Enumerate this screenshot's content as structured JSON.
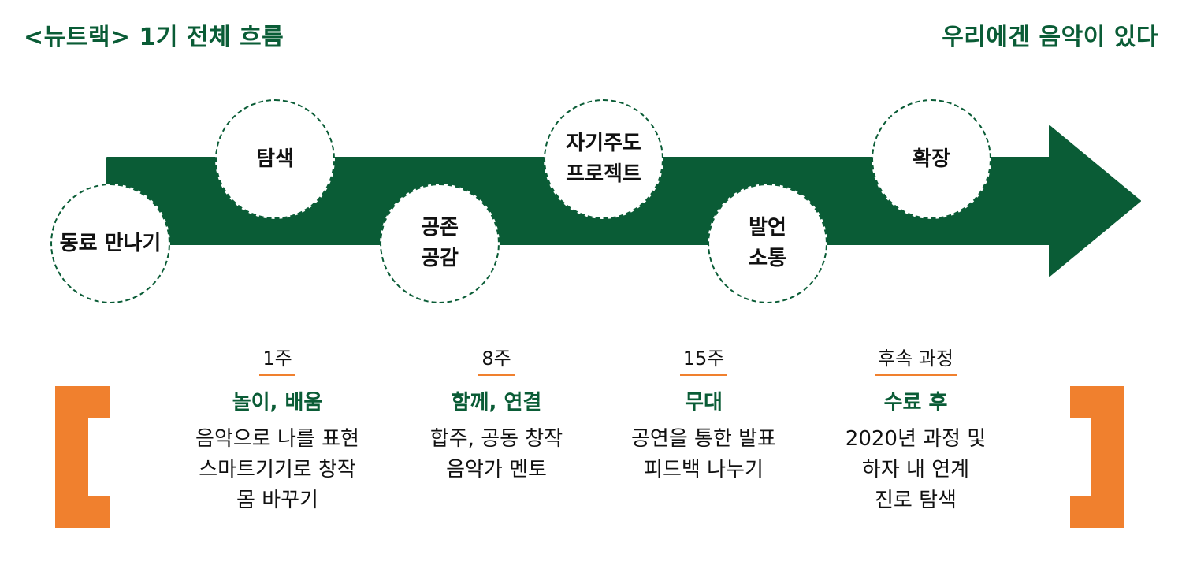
{
  "header": {
    "left_title": "<뉴트랙> 1기 전체 흐름",
    "right_title": "우리에겐 음악이 있다"
  },
  "colors": {
    "primary_green": "#0a5c36",
    "accent_orange": "#f0802e"
  },
  "stages": [
    {
      "lines": [
        "동료 만나기"
      ]
    },
    {
      "lines": [
        "탐색"
      ]
    },
    {
      "lines": [
        "공존",
        "공감"
      ]
    },
    {
      "lines": [
        "자기주도",
        "프로젝트"
      ]
    },
    {
      "lines": [
        "발언",
        "소통"
      ]
    },
    {
      "lines": [
        "확장"
      ]
    }
  ],
  "timeline": [
    {
      "week": "1주",
      "theme": "놀이, 배움",
      "details": [
        "음악으로 나를 표현",
        "스마트기기로 창작",
        "몸 바꾸기"
      ]
    },
    {
      "week": "8주",
      "theme": "함께, 연결",
      "details": [
        "합주, 공동 창작",
        "음악가 멘토"
      ]
    },
    {
      "week": "15주",
      "theme": "무대",
      "details": [
        "공연을 통한 발표",
        "피드백 나누기"
      ]
    },
    {
      "week": "후속 과정",
      "theme": "수료 후",
      "details": [
        "2020년 과정 및",
        "하자 내 연계",
        "진로 탐색"
      ]
    }
  ]
}
